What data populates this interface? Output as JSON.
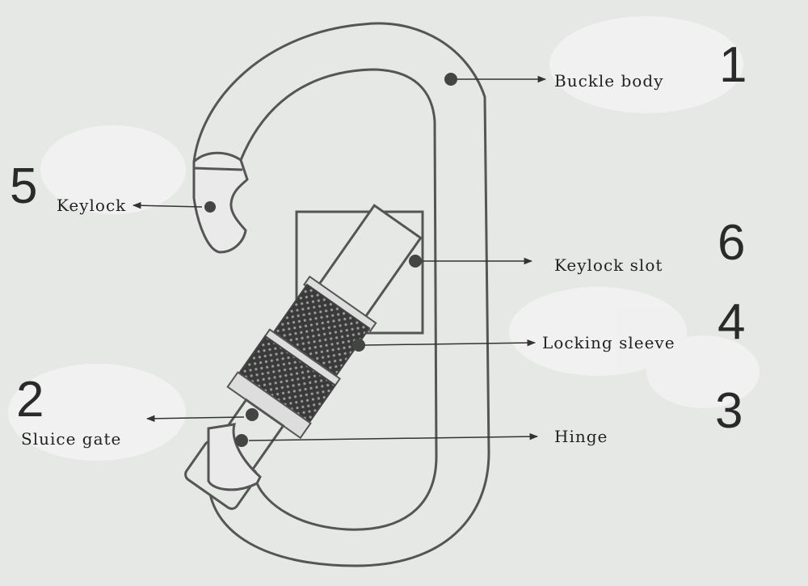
{
  "labels": {
    "buckle_body": "Buckle body",
    "keylock": "Keylock",
    "keylock_slot": "Keylock slot",
    "locking_sleeve": "Locking sleeve",
    "sluice_gate": "Sluice gate",
    "hinge": "Hinge"
  },
  "numbers": {
    "n1": "1",
    "n2": "2",
    "n3": "3",
    "n4": "4",
    "n5": "5",
    "n6": "6"
  },
  "colors": {
    "background": "#e6e8e6",
    "outline": "#555555",
    "text": "#222222"
  }
}
